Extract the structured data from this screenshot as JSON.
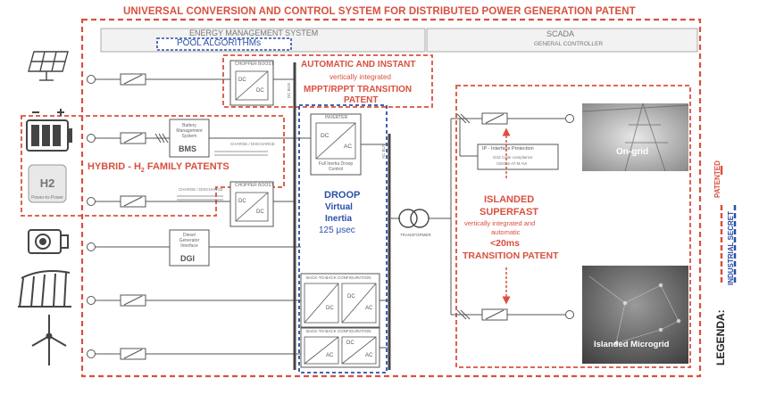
{
  "title": "UNIVERSAL CONVERSION AND CONTROL SYSTEM FOR DISTRIBUTED POWER GENERATION PATENT",
  "ems": {
    "label": "ENERGY MANAGEMENT SYSTEM",
    "pool": "POOL ALGORITHMs"
  },
  "scada": {
    "label": "SCADA",
    "sub": "GENERAL CONTROLLER"
  },
  "auto": {
    "line1": "AUTOMATIC AND INSTANT",
    "line2": "vertically integrated",
    "line3": "MPPT/RPPT TRANSITION",
    "line4": "PATENT"
  },
  "hybrid": {
    "prefix": "HYBRID - H",
    "sub": "2",
    "suffix": " FAMILY PATENTS"
  },
  "droop": {
    "line1": "DROOP",
    "line2": "Virtual",
    "line3": "Inertia",
    "line4": "125 μsec"
  },
  "islanded": {
    "line1": "ISLANDED",
    "line2": "SUPERFAST",
    "line3": "vertically integrated and",
    "line4": "automatic",
    "line5": "<20ms",
    "line6": "TRANSITION PATENT"
  },
  "ongrid": "On-grid",
  "microgrid": "Islanded Microgrid",
  "legend": {
    "title": "LEGENDA:",
    "secret": "INDUSTRIAL SECRET",
    "patented": "PATENTED"
  },
  "blocks": {
    "chopper1": "CHOPPER BOOST",
    "chopper2": "CHOPPER BOOST",
    "bms_small": "Battery Management System",
    "bms": "BMS",
    "charge1": "CHARGE / DISCHARGE",
    "charge2": "CHARGE / DISCHARGE",
    "inverter": "INVERTER",
    "inverter_sub": "Full Inertia Droop Control",
    "dgi_small": "Diesel Generator Interface",
    "dgi": "DGI",
    "b2b1": "BACK-TO-BACK CONFIGURATION",
    "b2b2": "BACK-TO-BACK CONFIGURATION",
    "ip": "IP - Interface Protection",
    "ip_sub1": "Grid Code compliance",
    "ip_sub2": "CEI016 AT-M AVI",
    "transformer": "TRANSFORMER",
    "dcbus": "DC BUS",
    "acbus": "AC BUS",
    "h2": "H2",
    "h2_sub": "Power-to-Power",
    "dc": "DC",
    "ac": "AC"
  },
  "colors": {
    "patent": "#d9503f",
    "secret": "#2b4fa8",
    "line": "#555555"
  }
}
